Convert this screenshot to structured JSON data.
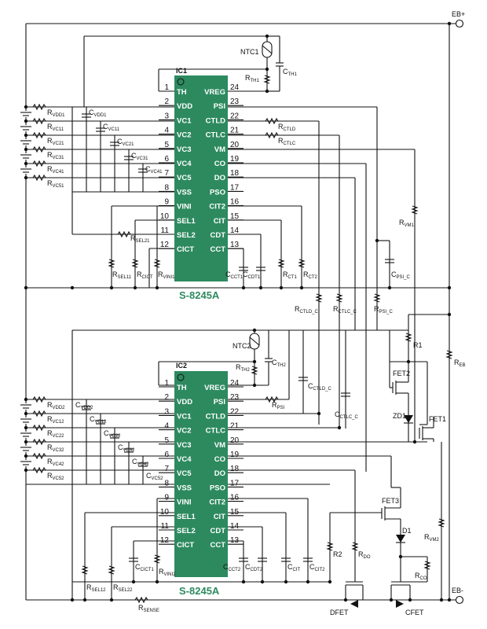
{
  "terminals": {
    "eb_plus": "EB+",
    "eb_minus": "EB-"
  },
  "ic1": {
    "name": "IC1",
    "chip_label": "S-8245A",
    "left_pins": [
      {
        "num": "1",
        "name": "TH"
      },
      {
        "num": "2",
        "name": "VDD"
      },
      {
        "num": "3",
        "name": "VC1"
      },
      {
        "num": "4",
        "name": "VC2"
      },
      {
        "num": "5",
        "name": "VC3"
      },
      {
        "num": "6",
        "name": "VC4"
      },
      {
        "num": "7",
        "name": "VC5"
      },
      {
        "num": "8",
        "name": "VSS"
      },
      {
        "num": "9",
        "name": "VINI"
      },
      {
        "num": "10",
        "name": "SEL1"
      },
      {
        "num": "11",
        "name": "SEL2"
      },
      {
        "num": "12",
        "name": "CICT"
      }
    ],
    "right_pins": [
      {
        "num": "24",
        "name": "VREG"
      },
      {
        "num": "23",
        "name": "PSI"
      },
      {
        "num": "22",
        "name": "CTLD"
      },
      {
        "num": "21",
        "name": "CTLC"
      },
      {
        "num": "20",
        "name": "VM"
      },
      {
        "num": "19",
        "name": "CO"
      },
      {
        "num": "18",
        "name": "DO"
      },
      {
        "num": "17",
        "name": "PSO"
      },
      {
        "num": "16",
        "name": "CIT2"
      },
      {
        "num": "15",
        "name": "CIT"
      },
      {
        "num": "14",
        "name": "CDT"
      },
      {
        "num": "13",
        "name": "CCT"
      }
    ]
  },
  "ic2": {
    "name": "IC2",
    "chip_label": "S-8245A",
    "left_pins": [
      {
        "num": "1",
        "name": "TH"
      },
      {
        "num": "2",
        "name": "VDD"
      },
      {
        "num": "3",
        "name": "VC1"
      },
      {
        "num": "4",
        "name": "VC2"
      },
      {
        "num": "5",
        "name": "VC3"
      },
      {
        "num": "6",
        "name": "VC4"
      },
      {
        "num": "7",
        "name": "VC5"
      },
      {
        "num": "8",
        "name": "VSS"
      },
      {
        "num": "9",
        "name": "VINI"
      },
      {
        "num": "10",
        "name": "SEL1"
      },
      {
        "num": "11",
        "name": "SEL2"
      },
      {
        "num": "12",
        "name": "CICT"
      }
    ],
    "right_pins": [
      {
        "num": "24",
        "name": "VREG"
      },
      {
        "num": "23",
        "name": "PSI"
      },
      {
        "num": "22",
        "name": "CTLD"
      },
      {
        "num": "21",
        "name": "CTLC"
      },
      {
        "num": "20",
        "name": "VM"
      },
      {
        "num": "19",
        "name": "CO"
      },
      {
        "num": "18",
        "name": "DO"
      },
      {
        "num": "17",
        "name": "PSO"
      },
      {
        "num": "16",
        "name": "CIT2"
      },
      {
        "num": "15",
        "name": "CIT"
      },
      {
        "num": "14",
        "name": "CDT"
      },
      {
        "num": "13",
        "name": "CCT"
      }
    ]
  },
  "components": {
    "ntc1": "NTC1",
    "rth1": "R",
    "rth1_sub": "TH1",
    "cth1": "C",
    "cth1_sub": "TH1",
    "rvdd1": "R",
    "rvdd1_sub": "VDD1",
    "cvdd1": "C",
    "cvdd1_sub": "VDD1",
    "rvc11": "R",
    "rvc11_sub": "VC11",
    "cvc11": "C",
    "cvc11_sub": "VC11",
    "rvc21": "R",
    "rvc21_sub": "VC21",
    "cvc21": "C",
    "cvc21_sub": "VC21",
    "rvc31": "R",
    "rvc31_sub": "VC31",
    "cvc31": "C",
    "cvc31_sub": "VC31",
    "rvc41": "R",
    "rvc41_sub": "VC41",
    "cvc41": "C",
    "cvc41_sub": "VC41",
    "rvc51": "R",
    "rvc51_sub": "VC51",
    "rctld": "R",
    "rctld_sub": "CTLD",
    "rctlc": "R",
    "rctlc_sub": "CTLC",
    "rvm1": "R",
    "rvm1_sub": "VM1",
    "rsel21": "R",
    "rsel21_sub": "SEL21",
    "rsel11": "R",
    "rsel11_sub": "SEL11",
    "rcict": "R",
    "rcict_sub": "CICT",
    "rvini1": "R",
    "rvini1_sub": "VINI1",
    "ccct1": "C",
    "ccct1_sub": "CCT1",
    "ccdt1": "C",
    "ccdt1_sub": "CDT1",
    "rct1": "R",
    "rct1_sub": "CT1",
    "rct2": "R",
    "rct2_sub": "CT2",
    "cpsi_c": "C",
    "cpsi_c_sub": "PSI_C",
    "rctld_c": "R",
    "rctld_c_sub": "CTLD_C",
    "rctlc_c": "R",
    "rctlc_c_sub": "CTLC_C",
    "rpsi_c": "R",
    "rpsi_c_sub": "PSI_C",
    "ntc2": "NTC2",
    "rth2": "R",
    "rth2_sub": "TH2",
    "cth2": "C",
    "cth2_sub": "TH2",
    "cctld_c": "C",
    "cctld_c_sub": "CTLD_C",
    "cctlc_c": "C",
    "cctlc_c_sub": "CTLC_C",
    "rpsi": "R",
    "rpsi_sub": "PSI",
    "rvdd2": "R",
    "rvdd2_sub": "VDD2",
    "cvdd2": "C",
    "cvdd2_sub": "VDD2",
    "rvc12": "R",
    "rvc12_sub": "VC12",
    "cvc12": "C",
    "cvc12_sub": "VC12",
    "rvc22": "R",
    "rvc22_sub": "VC22",
    "cvc22": "C",
    "cvc22_sub": "VC22",
    "rvc32": "R",
    "rvc32_sub": "VC32",
    "cvc32": "C",
    "cvc32_sub": "VC32",
    "rvc42": "R",
    "rvc42_sub": "VC42",
    "cvc42": "C",
    "cvc42_sub": "VC42",
    "rvc52": "R",
    "rvc52_sub": "VC52",
    "cvc52": "C",
    "cvc52_sub": "VC52",
    "r1": "R1",
    "fet2": "FET2",
    "zd1": "ZD1",
    "fet1": "FET1",
    "reb": "R",
    "reb_sub": "EB",
    "fet3": "FET3",
    "d1": "D1",
    "rvm2": "R",
    "rvm2_sub": "VM2",
    "rco": "R",
    "rco_sub": "CO",
    "r2": "R2",
    "rdo": "R",
    "rdo_sub": "DO",
    "cict1": "C",
    "cict1_sub": "CICT1",
    "rvini2": "R",
    "rvini2_sub": "VINI2",
    "ccct2": "C",
    "ccct2_sub": "CCT2",
    "ccdt2": "C",
    "ccdt2_sub": "CDT2",
    "cit": "C",
    "cit_sub": "CIT",
    "cit2": "C",
    "cit2_sub": "CIT2",
    "rsel12": "R",
    "rsel12_sub": "SEL12",
    "rsel22": "R",
    "rsel22_sub": "SEL22",
    "rsense": "R",
    "rsense_sub": "SENSE",
    "dfet": "DFET",
    "cfet": "CFET"
  },
  "colors": {
    "chip": "#2d8a5f",
    "wire": "#111111",
    "background": "#ffffff"
  }
}
